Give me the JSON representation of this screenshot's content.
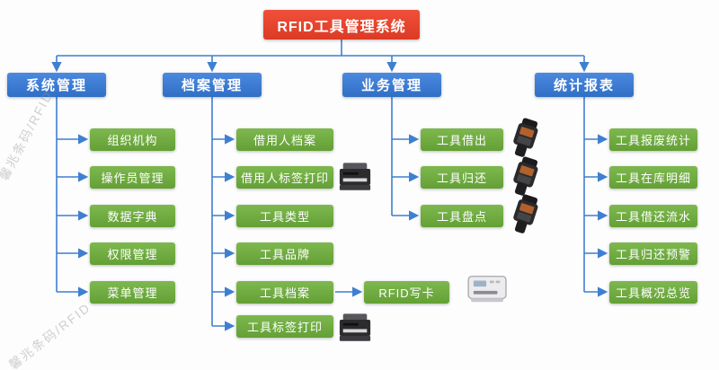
{
  "title": "RFID工具管理系统",
  "watermark": "馨兆条码/RFID",
  "rfid_write_label": "RFID写卡",
  "colors": {
    "root": "#e5402e",
    "branch": "#3a7cd6",
    "leaf": "#6fab40",
    "connector": "#3f7fd0"
  },
  "branches": [
    {
      "label": "系统管理",
      "children": [
        {
          "label": "组织机构"
        },
        {
          "label": "操作员管理"
        },
        {
          "label": "数据字典"
        },
        {
          "label": "权限管理"
        },
        {
          "label": "菜单管理"
        }
      ]
    },
    {
      "label": "档案管理",
      "children": [
        {
          "label": "借用人档案"
        },
        {
          "label": "借用人标签打印",
          "icon": "label-printer"
        },
        {
          "label": "工具类型"
        },
        {
          "label": "工具品牌"
        },
        {
          "label": "工具档案",
          "linked": "RFID写卡"
        },
        {
          "label": "工具标签打印",
          "icon": "label-printer"
        }
      ]
    },
    {
      "label": "业务管理",
      "children": [
        {
          "label": "工具借出",
          "icon": "handheld-reader"
        },
        {
          "label": "工具归还",
          "icon": "handheld-reader"
        },
        {
          "label": "工具盘点",
          "icon": "handheld-reader"
        }
      ]
    },
    {
      "label": "统计报表",
      "children": [
        {
          "label": "工具报废统计"
        },
        {
          "label": "工具在库明细"
        },
        {
          "label": "工具借还流水"
        },
        {
          "label": "工具归还预警"
        },
        {
          "label": "工具概况总览"
        }
      ]
    }
  ]
}
